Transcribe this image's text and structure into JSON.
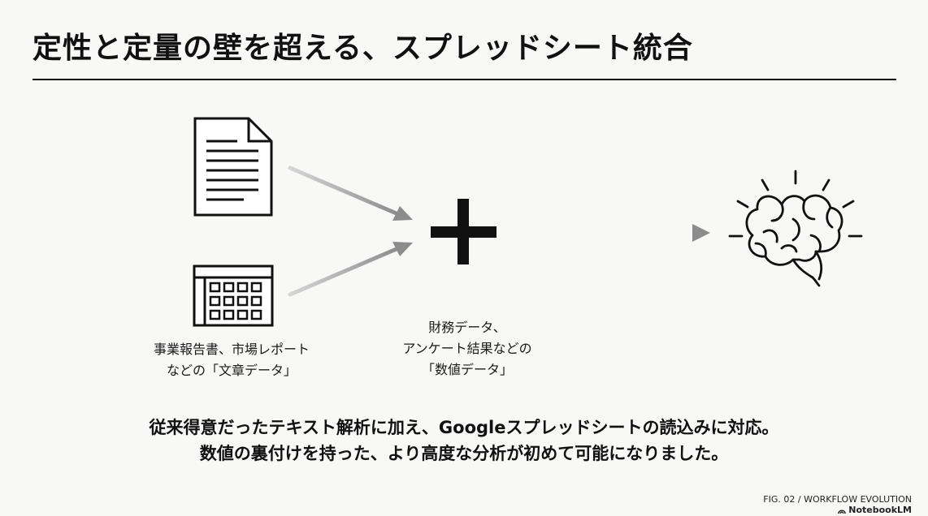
{
  "title": "定性と定量の壁を超える、スプレッドシート統合",
  "left_label": {
    "line1": "事業報告書、市場レポート",
    "line2": "などの「文章データ」"
  },
  "middle_label": {
    "line1": "財務データ、",
    "line2": "アンケート結果などの",
    "line3": "「数値データ」"
  },
  "caption": {
    "line1": "従来得意だったテキスト解析に加え、Googleスプレッドシートの読込みに対応。",
    "line2": "数値の裏付けを持った、より高度な分析が初めて可能になりました。"
  },
  "footer": {
    "figure_label": "FIG. 02 / WORKFLOW EVOLUTION",
    "brand": "NotebookLM"
  },
  "icons": {
    "document": "document-icon",
    "spreadsheet": "spreadsheet-icon",
    "plus": "plus-icon",
    "brain": "brain-icon"
  },
  "colors": {
    "ink": "#111111",
    "arrow_gray": "#8c8c8c",
    "background": "#f8f8f7"
  }
}
